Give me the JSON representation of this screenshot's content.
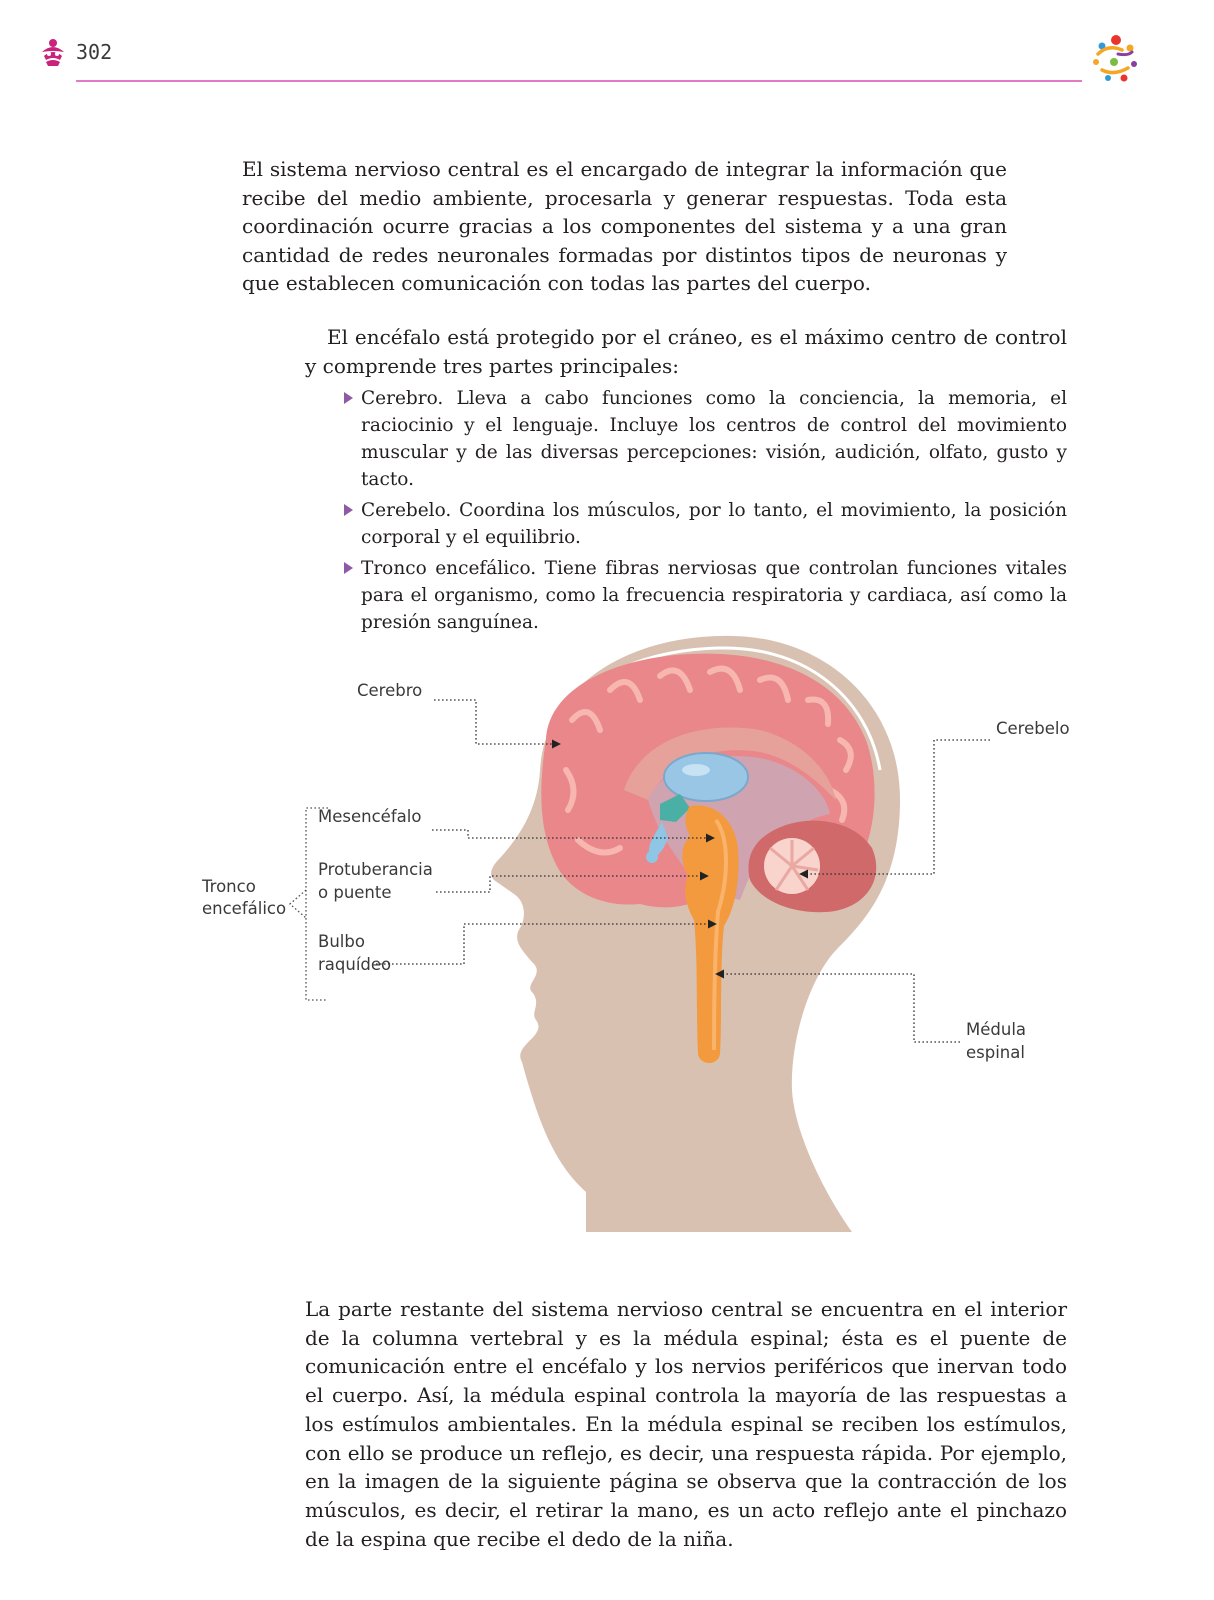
{
  "header": {
    "page_number": "302",
    "accent_color": "#e27ac6",
    "ornament_icon": "magenta-flower-ornament-icon",
    "logo_icon": "colorful-dots-figure-logo-icon"
  },
  "intro_paragraph": "El sistema nervioso central es el encargado de integrar la información que recibe del medio ambiente, procesarla y generar respuestas. Toda esta coordinación ocurre gracias a los componentes del sistema y a una gran cantidad de redes neuronales formadas por distintos tipos de neuronas y que establecen comunicación con todas las partes del cuerpo.",
  "encephalon": {
    "intro": "El encéfalo está protegido por el cráneo, es el máximo centro de control y comprende tres partes principales:",
    "bullet_icon": "purple-triangle-bullet-icon",
    "items": [
      "Cerebro. Lleva a cabo funciones como la conciencia, la memoria, el raciocinio y el lenguaje. Incluye los centros de control del movimiento muscular y de las diversas percepciones: visión, audición, olfato, gusto y tacto.",
      "Cerebelo. Coordina los músculos, por lo tanto, el movimiento, la posición corporal y el equilibrio.",
      "Tronco encefálico. Tiene fibras nerviosas que controlan funciones vitales para el organismo, como la frecuencia respiratoria y cardiaca, así como la presión sanguínea."
    ]
  },
  "diagram": {
    "labels": {
      "cerebro": "Cerebro",
      "cerebelo": "Cerebelo",
      "mesencefalo": "Mesencéfalo",
      "protuberancia_1": "Protuberancia",
      "protuberancia_2": "o puente",
      "bulbo_1": "Bulbo",
      "bulbo_2": "raquídeo",
      "tronco_1": "Tronco",
      "tronco_2": "encefálico",
      "medula_1": "Médula",
      "medula_2": "espinal"
    },
    "colors": {
      "head": "#d9c1b2",
      "brain": "#e9878a",
      "brainstem": "#f39a3e",
      "ventricle": "#9ac6e5",
      "midbrain": "#4ab0a6"
    }
  },
  "spinal_paragraph": "La parte restante del sistema nervioso central se encuentra en el interior de la columna vertebral y es la médula espinal; ésta es el puente de comunicación entre el encéfalo y los nervios periféricos que inervan todo el cuerpo. Así, la médula espinal controla la mayoría de las respuestas a los estímulos ambientales. En la médula espinal se reciben los estímulos, con ello se produce un reflejo, es decir, una respuesta rápida. Por ejemplo, en la imagen de la siguiente página se observa que la contracción de los músculos, es decir, el retirar la mano, es un acto reflejo ante el pinchazo de la espina que recibe el dedo de la niña."
}
